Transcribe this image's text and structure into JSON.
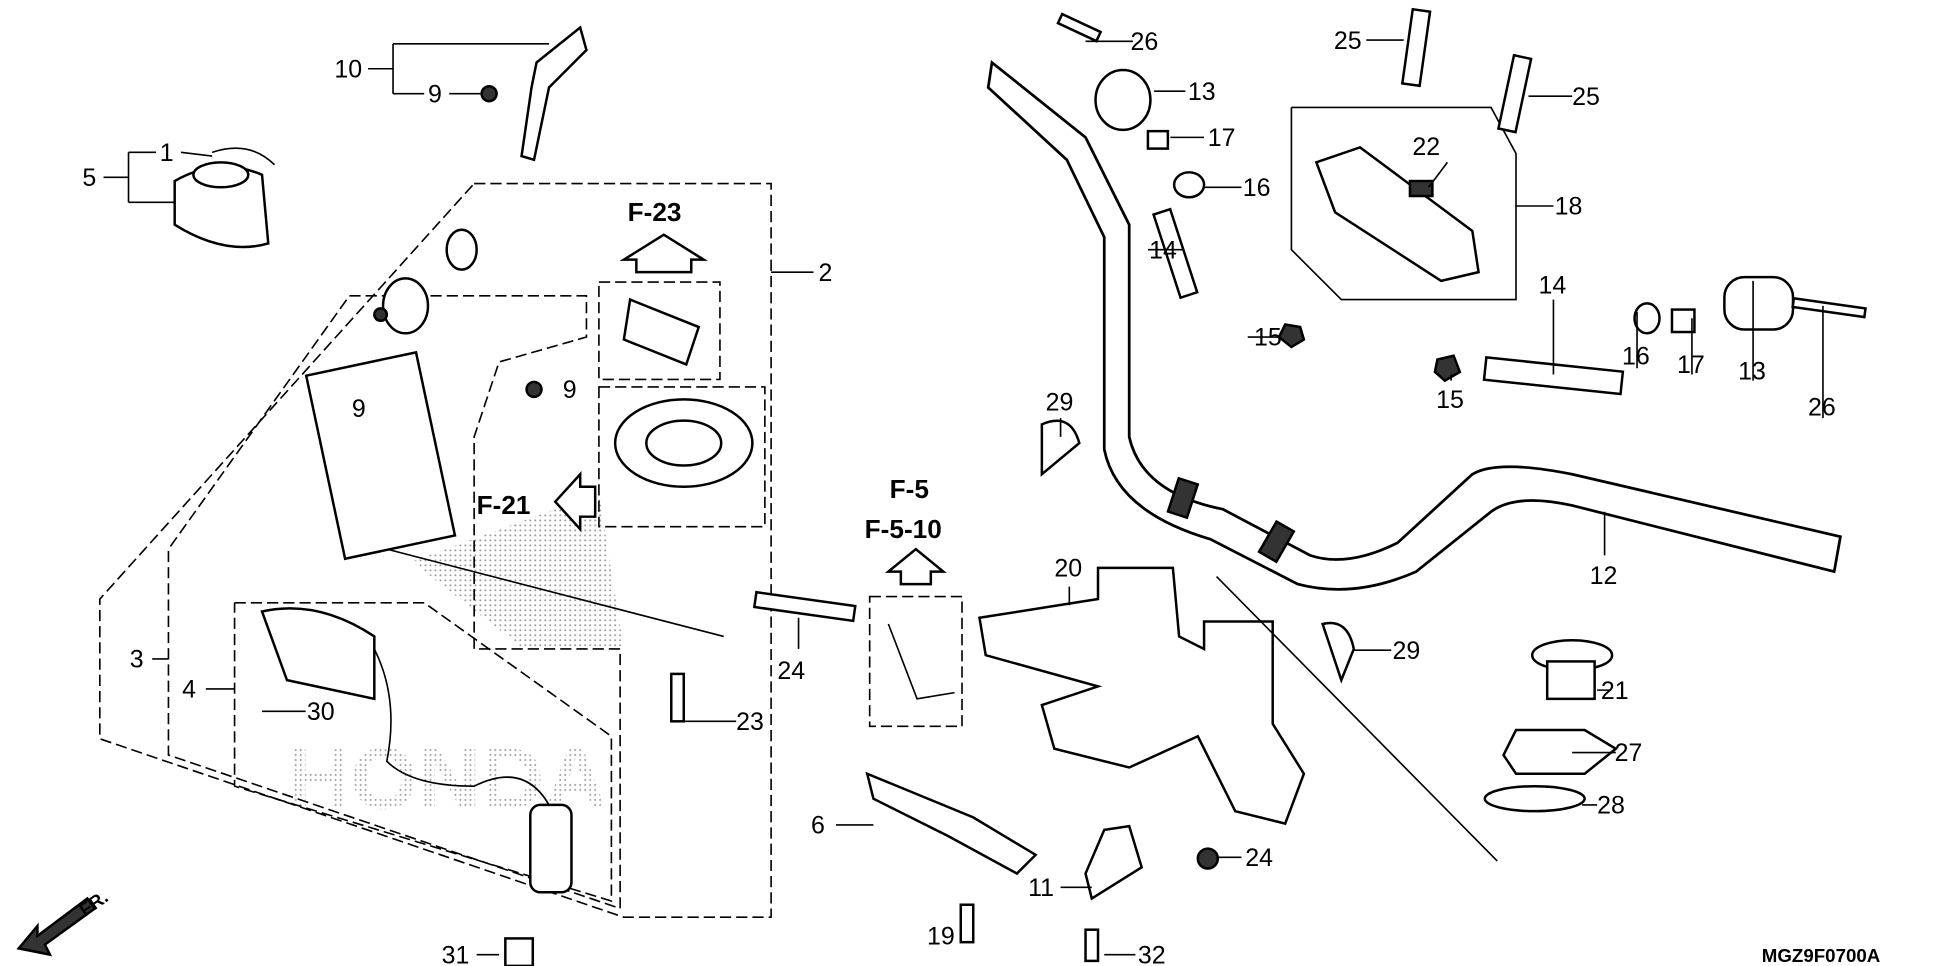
{
  "callouts": [
    "1",
    "2",
    "3",
    "4",
    "5",
    "6",
    "9",
    "10",
    "11",
    "12",
    "13",
    "14",
    "15",
    "16",
    "17",
    "18",
    "19",
    "20",
    "21",
    "22",
    "23",
    "24",
    "25",
    "26",
    "27",
    "28",
    "29",
    "30",
    "31",
    "32"
  ],
  "references": {
    "f23": "F-23",
    "f21": "F-21",
    "f5": "F-5",
    "f510": "F-5-10"
  },
  "direction_label": "FR.",
  "diagram_code": "MGZ9F0700A",
  "watermark": "HONDA"
}
